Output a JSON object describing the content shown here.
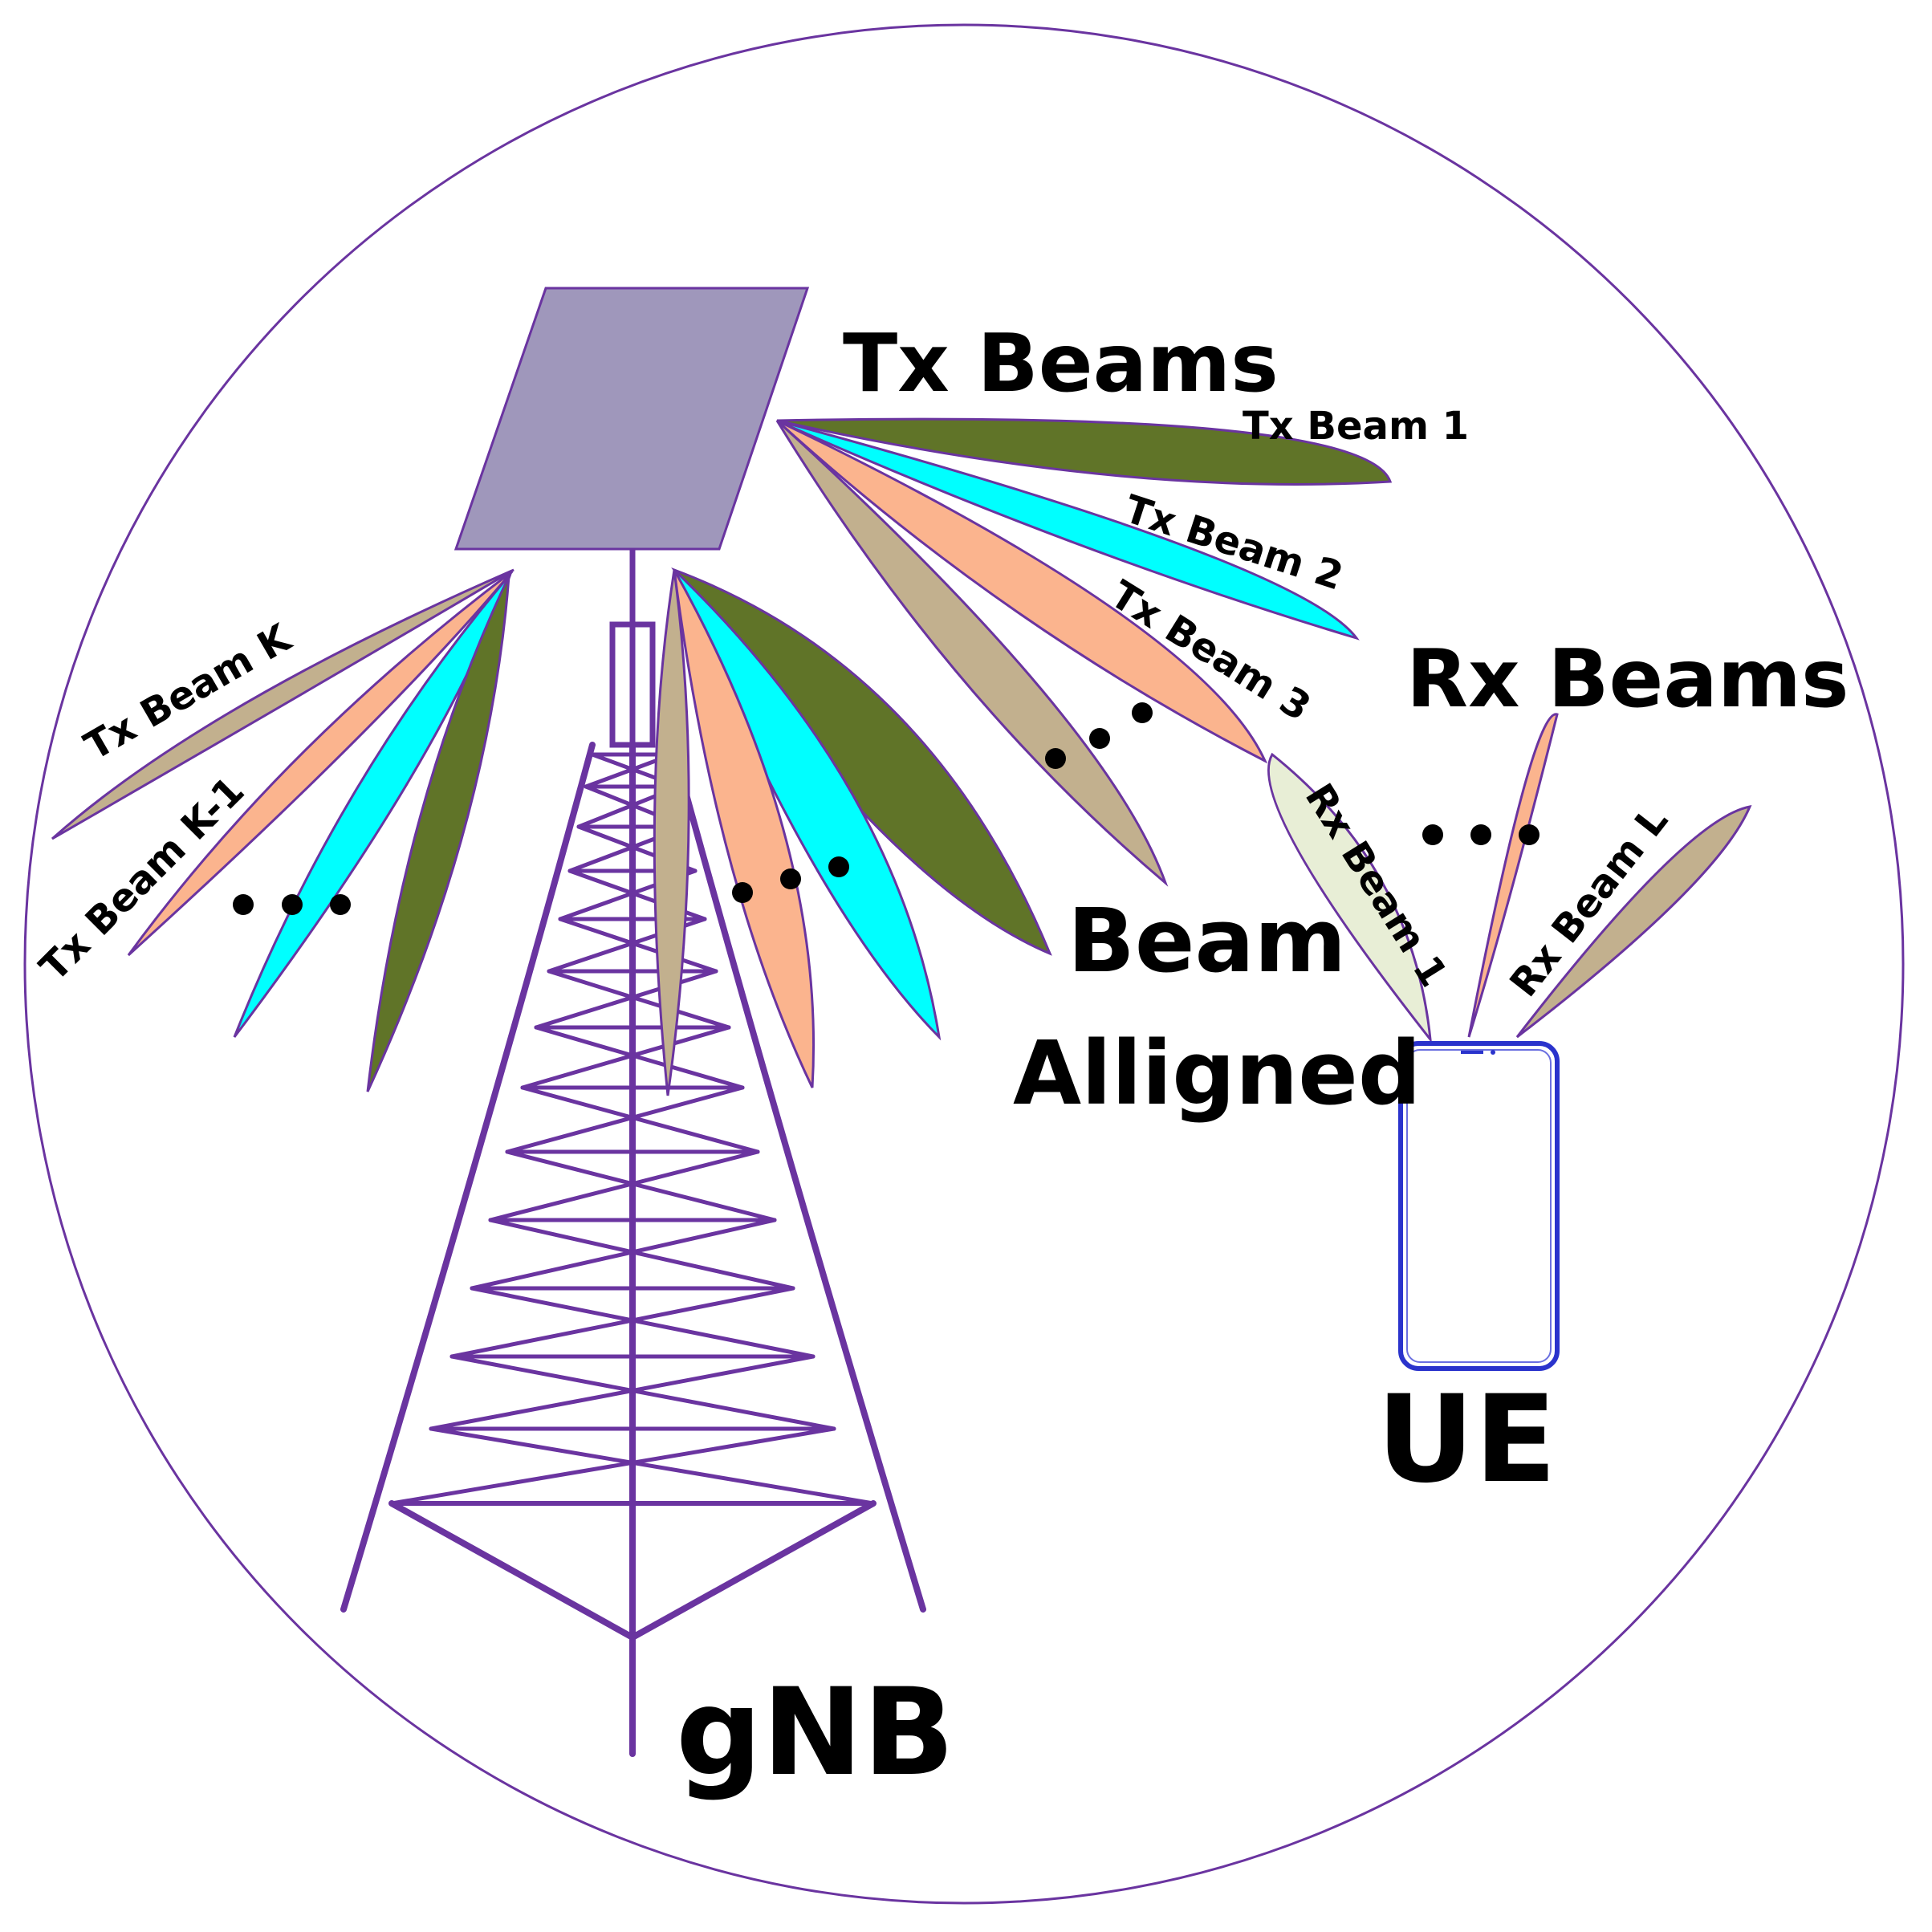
{
  "labels": {
    "tx_beams_heading": "Tx Beams",
    "tx_beam_1": "Tx Beam 1",
    "tx_beam_2": "Tx Beam 2",
    "tx_beam_3": "Tx Beam 3",
    "tx_beam_k": "Tx Beam K",
    "tx_beam_k_minus_1": "Tx Beam K-1",
    "rx_beams_heading": "Rx Beams",
    "rx_beam_1": "Rx Beam 1",
    "rx_beam_l": "Rx Beam L",
    "beam_aligned_line1": "Beam",
    "beam_aligned_line2": "Alligned",
    "ue": "UE",
    "gnb": "gNB"
  },
  "colors": {
    "outline": "#6a34a0",
    "panel": "#9f97bb",
    "olive": "#607428",
    "cyan": "#00ffff",
    "salmon": "#fbb48e",
    "tan": "#c2b08e",
    "pale_green": "#e8eed6",
    "phone": "#2a33cc"
  }
}
